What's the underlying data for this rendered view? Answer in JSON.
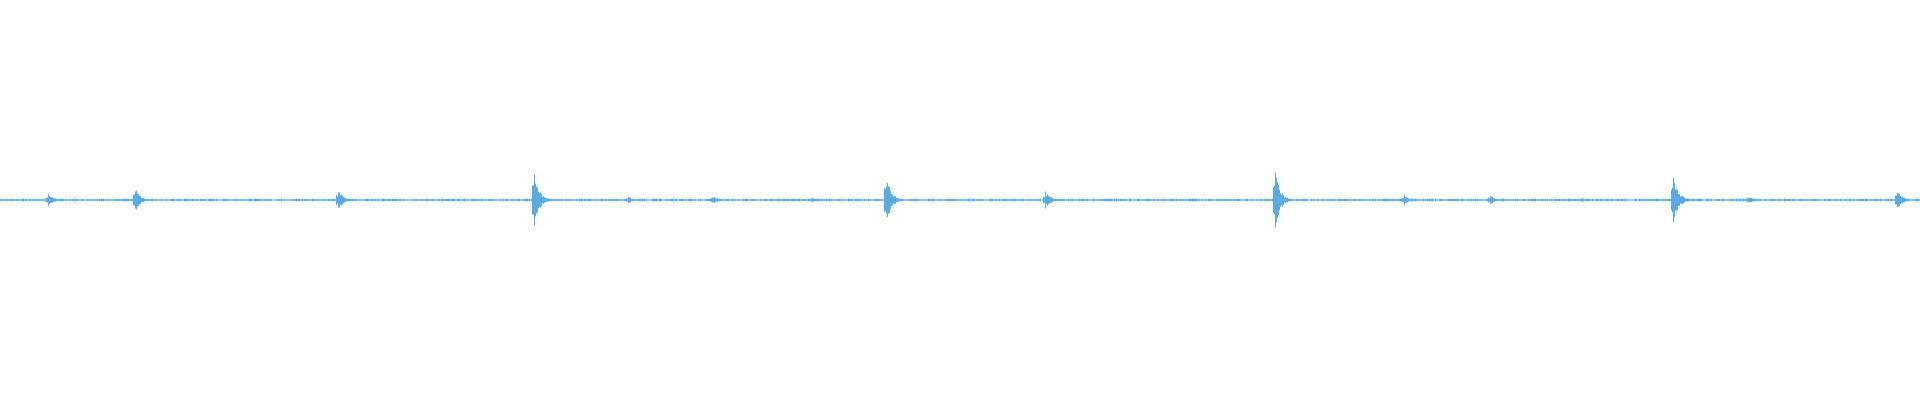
{
  "waveform": {
    "color": "#5aabdf",
    "background": "#ffffff",
    "duration_fraction_peaks": [
      {
        "at": 0.025,
        "level": 0.12
      },
      {
        "at": 0.07,
        "level": 0.22
      },
      {
        "at": 0.176,
        "level": 0.18
      },
      {
        "at": 0.278,
        "level": 0.5
      },
      {
        "at": 0.327,
        "level": 0.06
      },
      {
        "at": 0.371,
        "level": 0.08
      },
      {
        "at": 0.422,
        "level": 0.05
      },
      {
        "at": 0.461,
        "level": 0.48
      },
      {
        "at": 0.544,
        "level": 0.16
      },
      {
        "at": 0.577,
        "level": 0.04
      },
      {
        "at": 0.664,
        "level": 0.52
      },
      {
        "at": 0.731,
        "level": 0.1
      },
      {
        "at": 0.776,
        "level": 0.08
      },
      {
        "at": 0.823,
        "level": 0.04
      },
      {
        "at": 0.871,
        "level": 0.5
      },
      {
        "at": 0.91,
        "level": 0.08
      },
      {
        "at": 0.988,
        "level": 0.18
      }
    ],
    "baseline_level": 0.015
  }
}
